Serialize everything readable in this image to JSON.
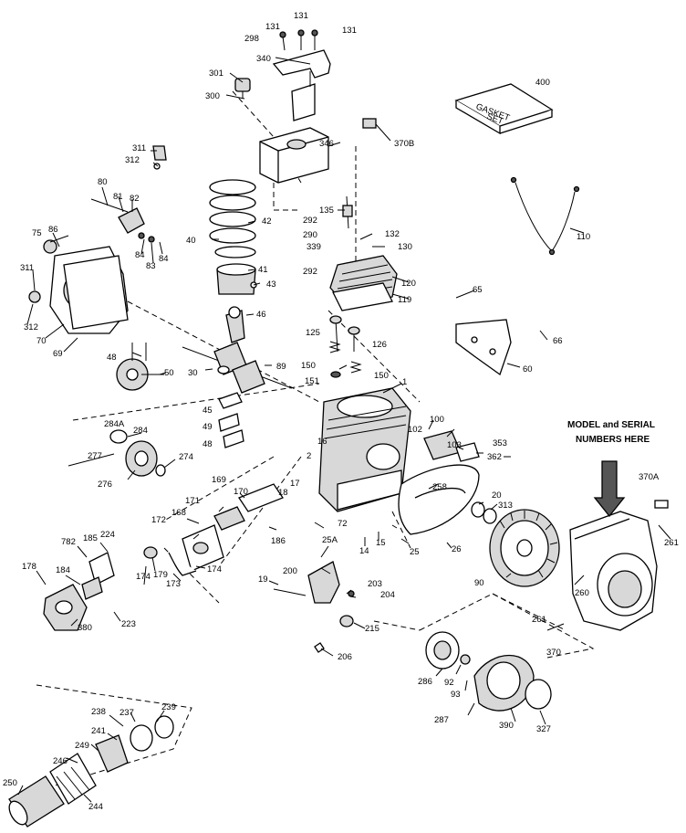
{
  "model_note": {
    "line1": "MODEL and SERIAL",
    "line2": "NUMBERS HERE"
  },
  "gasket_box": {
    "line1": "GASKET",
    "line2": "SET"
  },
  "labels": {
    "l131a": "131",
    "l131b": "131",
    "l131c": "131",
    "l298": "298",
    "l340": "340",
    "l301": "301",
    "l300": "300",
    "l346": "346",
    "l370b": "370B",
    "l400": "400",
    "l311a": "311",
    "l312a": "312",
    "l80": "80",
    "l81": "81",
    "l82": "82",
    "l75": "75",
    "l86": "86",
    "l84a": "84",
    "l83": "83",
    "l84b": "84",
    "l311b": "311",
    "l312b": "312",
    "l70": "70",
    "l69": "69",
    "l40": "40",
    "l42": "42",
    "l41": "41",
    "l43": "43",
    "l46": "46",
    "l135": "135",
    "l292a": "292",
    "l290": "290",
    "l339": "339",
    "l292b": "292",
    "l132": "132",
    "l130": "130",
    "l120": "120",
    "l119": "119",
    "l110": "110",
    "l65": "65",
    "l66": "66",
    "l60": "60",
    "l48": "48",
    "l50": "50",
    "l30": "30",
    "l89": "89",
    "l125": "125",
    "l126": "126",
    "l150a": "150",
    "l150b": "150",
    "l151": "151",
    "l1": "1",
    "l45": "45",
    "l49": "49",
    "l48b": "48",
    "l284a": "284A",
    "l284": "284",
    "l277": "277",
    "l274": "274",
    "l276": "276",
    "l100": "100",
    "l102": "102",
    "l103": "103",
    "l353": "353",
    "l362": "362",
    "l16": "16",
    "l2": "2",
    "l17": "17",
    "l18": "18",
    "l258": "258",
    "l20": "20",
    "l313": "313",
    "l370a": "370A",
    "l169": "169",
    "l170": "170",
    "l171": "171",
    "l168": "168",
    "l172": "172",
    "l186": "186",
    "l72": "72",
    "l14": "14",
    "l15": "15",
    "l25": "25",
    "l26": "26",
    "l261a": "261",
    "l90": "90",
    "l260": "260",
    "l782": "782",
    "l185": "185",
    "l224": "224",
    "l178": "178",
    "l184": "184",
    "l174a": "174",
    "l179": "179",
    "l174b": "174",
    "l173": "173",
    "l25a": "25A",
    "l200": "200",
    "l203": "203",
    "l204": "204",
    "l19": "19",
    "l380": "380",
    "l223": "223",
    "l215": "215",
    "l206": "206",
    "l261b": "261",
    "l370": "370",
    "l286": "286",
    "l92": "92",
    "l93": "93",
    "l287": "287",
    "l390": "390",
    "l327": "327",
    "l238": "238",
    "l237": "237",
    "l239": "239",
    "l241": "241",
    "l246": "246",
    "l249": "249",
    "l250": "250",
    "l244": "244"
  }
}
